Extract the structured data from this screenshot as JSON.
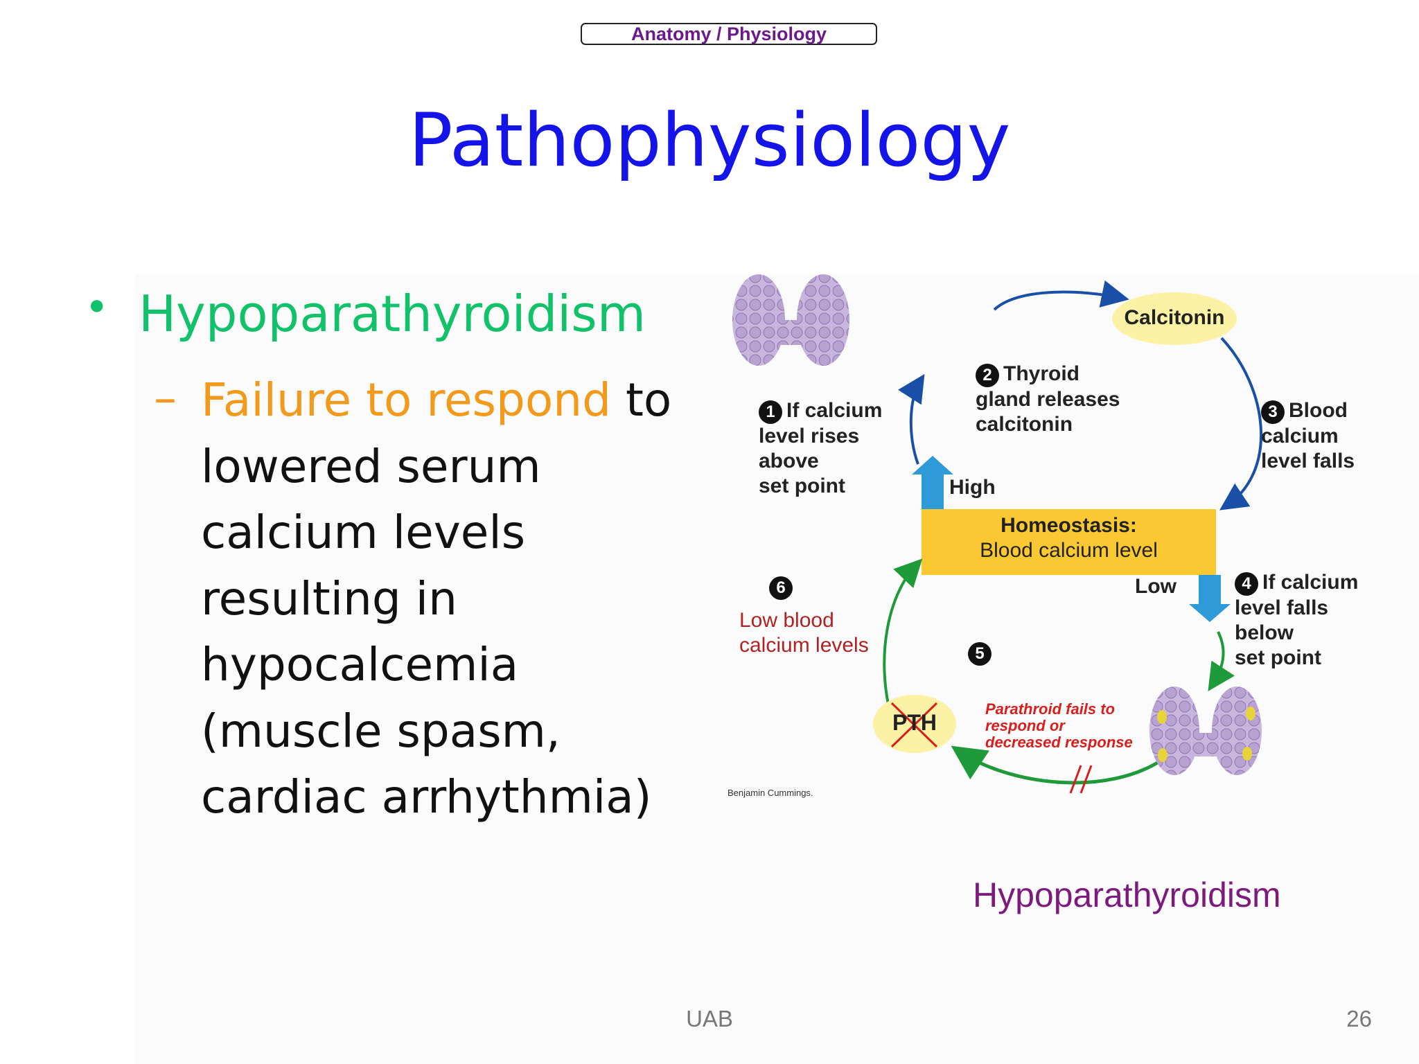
{
  "header": {
    "tag": "Anatomy / Physiology"
  },
  "title": "Pathophysiology",
  "bullet": {
    "main": "Hypoparathyroidism",
    "sub_highlight": "Failure to respond",
    "sub_rest": " to lowered serum calcium levels resulting in hypocalcemia (muscle spasm, cardiac arrhythmia)"
  },
  "diagram": {
    "calcitonin": "Calcitonin",
    "step1": {
      "num": "1",
      "text": [
        "If calcium",
        "level rises",
        "above",
        "set point"
      ]
    },
    "step2": {
      "num": "2",
      "text": [
        "Thyroid",
        "gland releases",
        "calcitonin"
      ]
    },
    "step3": {
      "num": "3",
      "text": [
        "Blood",
        "calcium",
        "level falls"
      ]
    },
    "step4": {
      "num": "4",
      "text": [
        "If calcium",
        "level falls",
        "below",
        "set point"
      ]
    },
    "step5": {
      "num": "5"
    },
    "step6": {
      "num": "6",
      "text": [
        "Low blood",
        "calcium levels"
      ]
    },
    "high": "High",
    "low": "Low",
    "homeostasis_title": "Homeostasis:",
    "homeostasis_sub": "Blood calcium level",
    "pth": "PTH",
    "parathyroid_note": [
      "Parathroid fails to",
      "respond or",
      "decreased response"
    ],
    "credit": "Benjamin Cummings."
  },
  "caption": "Hypoparathyroidism",
  "footer": {
    "center": "UAB",
    "page": "26"
  },
  "colors": {
    "title": "#1414e8",
    "green": "#12c26a",
    "orange": "#f29a1c",
    "caption": "#7d1a7d",
    "homeostasis": "#fac832",
    "arrow_blue": "#1a4fa8",
    "arrow_green": "#1f9a3a",
    "red_note": "#d91e1e"
  }
}
